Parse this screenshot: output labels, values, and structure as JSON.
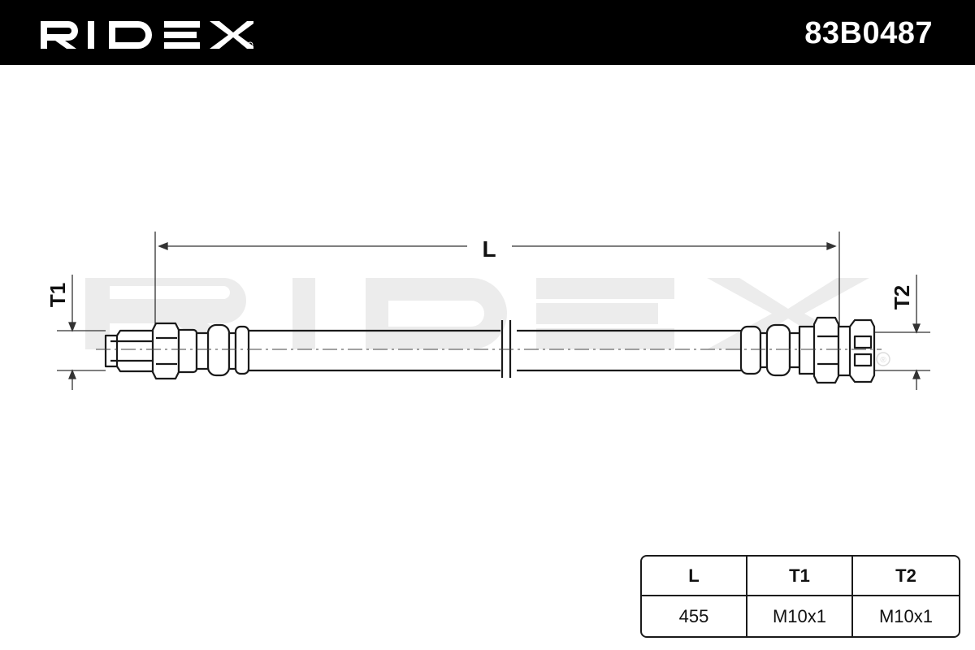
{
  "header": {
    "brand": "RIDEX",
    "part_number": "83B0487"
  },
  "drawing": {
    "dimension_labels": {
      "length": "L",
      "thread_1": "T1",
      "thread_2": "T2"
    },
    "watermark": "RIDEX"
  },
  "spec_table": {
    "headers": [
      "L",
      "T1",
      "T2"
    ],
    "values": [
      "455",
      "M10x1",
      "M10x1"
    ]
  },
  "colors": {
    "header_background": "#000000",
    "header_text": "#ffffff",
    "line": "#1a1a1a",
    "hose_fill": "#ffffff",
    "watermark": "#e6e6e6"
  }
}
